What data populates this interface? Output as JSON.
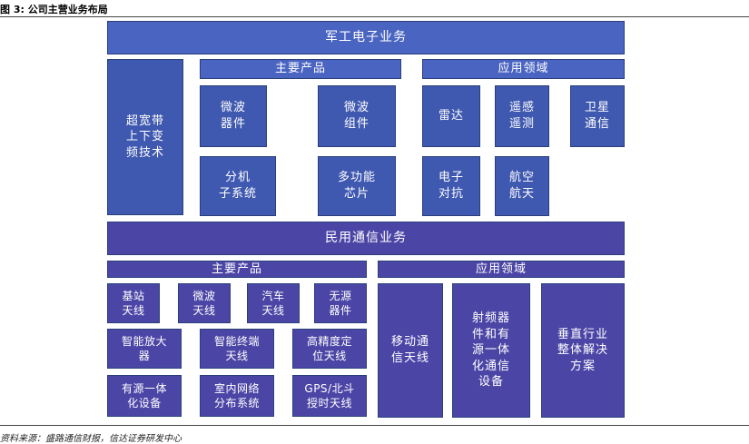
{
  "caption": "图 3: 公司主营业务布局",
  "source": "资料来源：盛路通信财报，信达证券研发中心",
  "military": {
    "title": "军工电子业务",
    "side": "超宽带\n上下变\n频技术",
    "products_header": "主要产品",
    "applications_header": "应用领域",
    "products": [
      "微波\n器件",
      "微波\n组件",
      "分机\n子系统",
      "多功能\n芯片"
    ],
    "applications": [
      "雷达",
      "遥感\n遥测",
      "卫星\n通信",
      "电子\n对抗",
      "航空\n航天"
    ]
  },
  "civil": {
    "title": "民用通信业务",
    "products_header": "主要产品",
    "applications_header": "应用领域",
    "products": [
      "基站\n天线",
      "微波\n天线",
      "汽车\n天线",
      "无源\n器件",
      "智能放大\n器",
      "智能终端\n天线",
      "高精度定\n位天线",
      "有源一体\n化设备",
      "室内网络\n分布系统",
      "GPS/北斗\n授时天线"
    ],
    "applications": [
      "移动通\n信天线",
      "射频器\n件和有\n源一体\n化通信\n设备",
      "垂直行业\n整体解决\n方案"
    ]
  }
}
